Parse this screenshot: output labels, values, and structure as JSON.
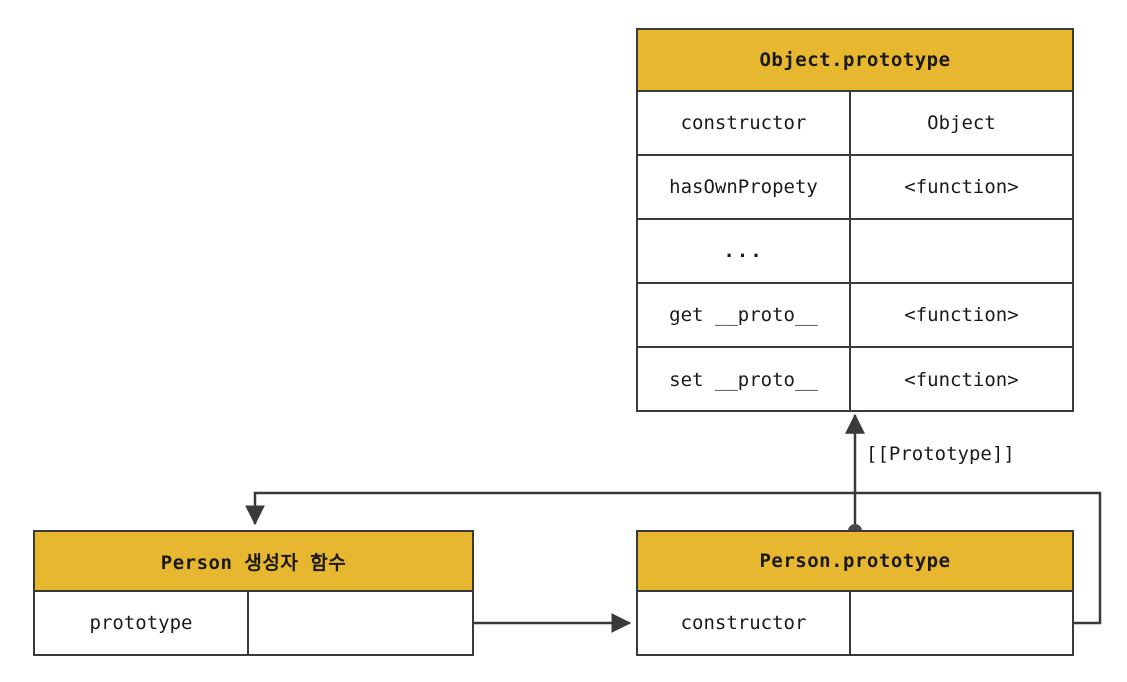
{
  "diagram": {
    "title": "JavaScript prototype chain diagram",
    "colors": {
      "header_fill": "#E8B730",
      "stroke": "#3a3a3a",
      "background": "#ffffff"
    },
    "boxes": {
      "object_prototype": {
        "header": "Object.prototype",
        "rows": [
          {
            "key": "constructor",
            "value": "Object"
          },
          {
            "key": "hasOwnPropety",
            "value": "<function>"
          },
          {
            "key": "...",
            "value": ""
          },
          {
            "key": "get __proto__",
            "value": "<function>"
          },
          {
            "key": "set __proto__",
            "value": "<function>"
          }
        ]
      },
      "person_constructor": {
        "header": "Person 생성자 함수",
        "rows": [
          {
            "key": "prototype",
            "value": ""
          }
        ]
      },
      "person_prototype": {
        "header": "Person.prototype",
        "rows": [
          {
            "key": "constructor",
            "value": ""
          }
        ]
      }
    },
    "edges": {
      "prototype_link_label": "[[Prototype]]"
    }
  }
}
